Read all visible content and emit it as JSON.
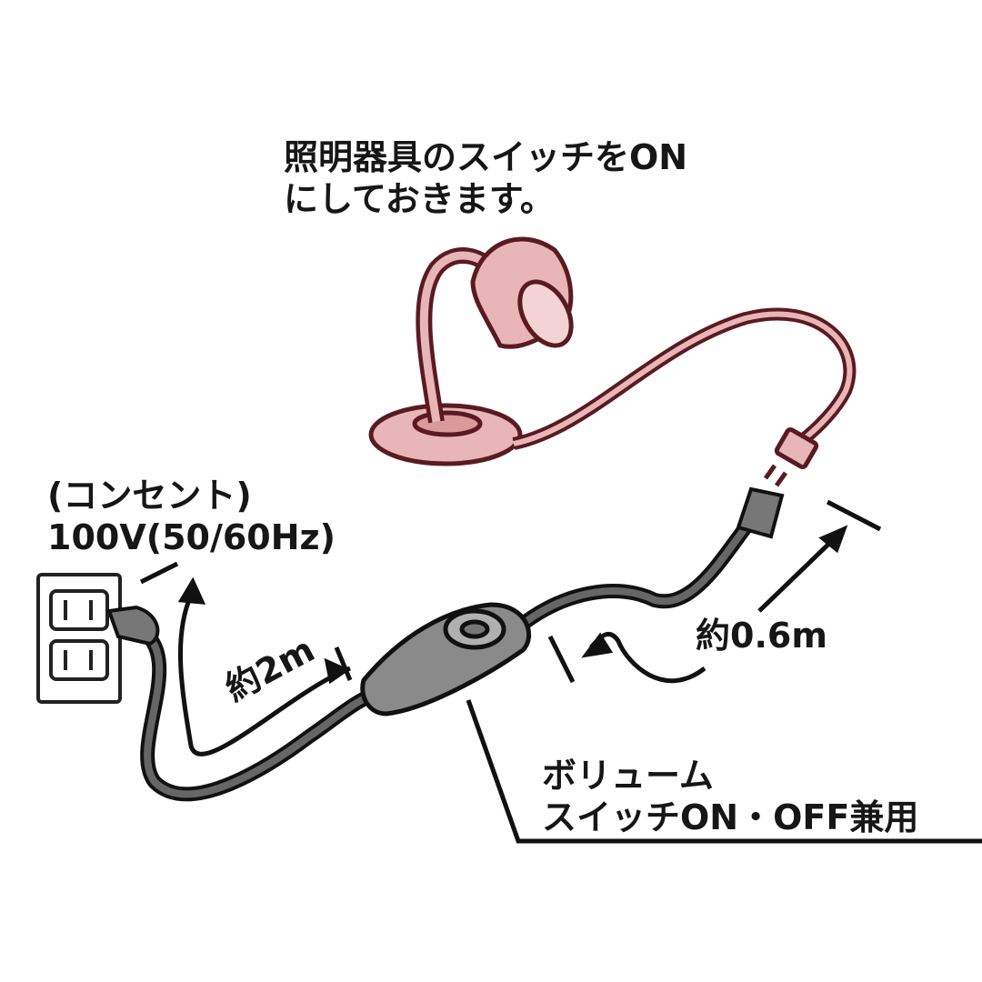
{
  "lamp_note": {
    "line1": "照明器具のスイッチをON",
    "line2": "にしておきます。"
  },
  "outlet_note": {
    "line1": "(コンセント)",
    "line2": "100V(50/60Hz)"
  },
  "cord_length_main": "約2m",
  "cord_length_short": "約0.6m",
  "switch_note": {
    "line1": "ボリューム",
    "line2": "スイッチON・OFF兼用"
  },
  "colors": {
    "lamp": "#e8b6b6",
    "lamp_outline": "#5a1a22",
    "cord": "#555555",
    "switch": "#8a8a8a"
  }
}
